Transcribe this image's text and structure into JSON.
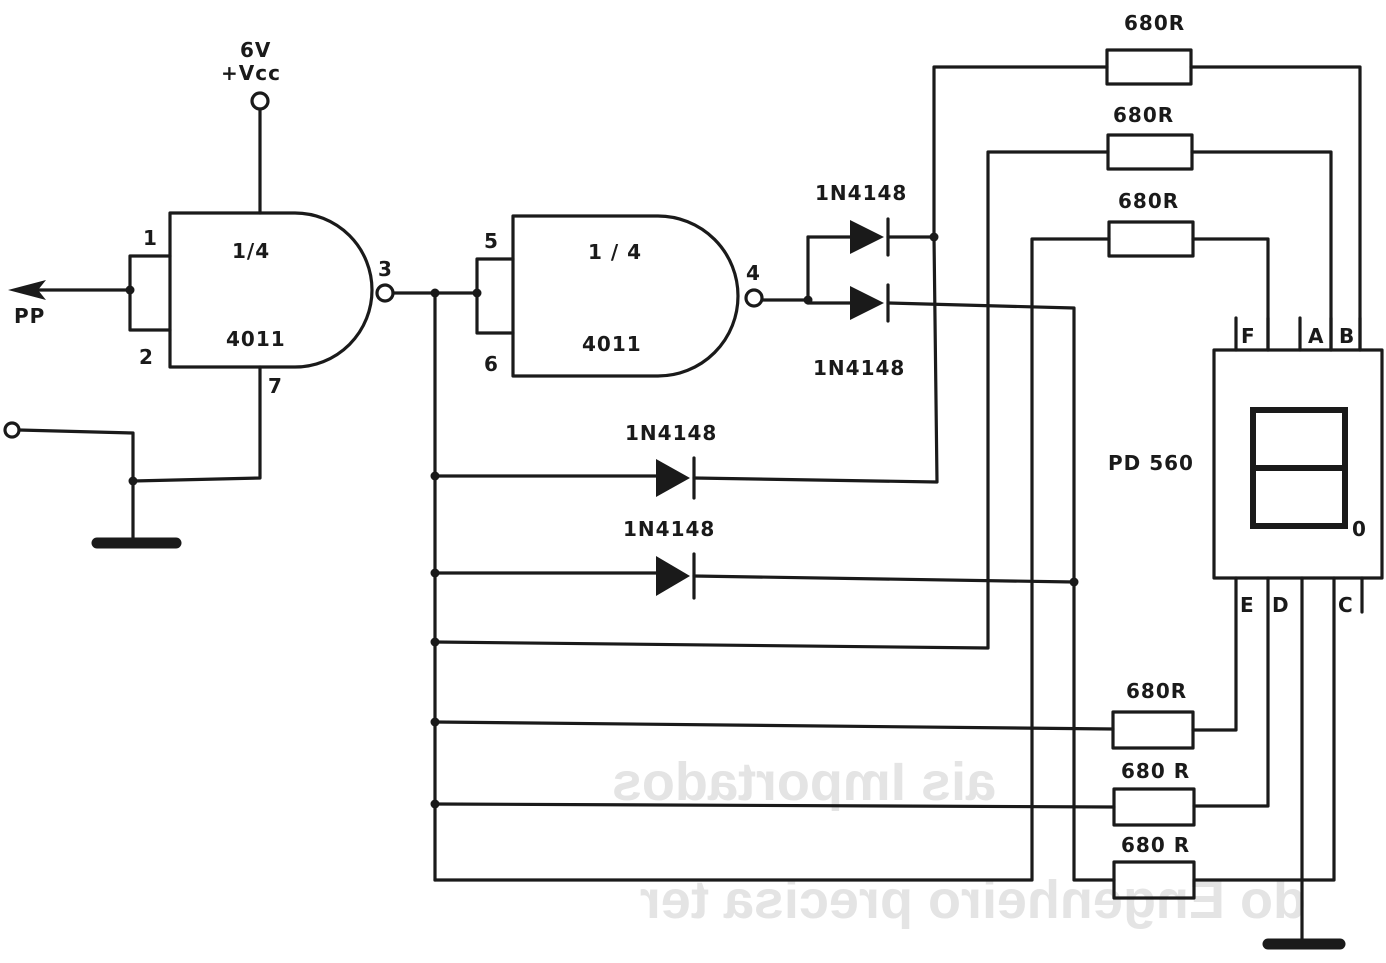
{
  "supply": {
    "voltage": "6V",
    "vcc": "+Vcc"
  },
  "input_label": "PP",
  "gate1": {
    "fraction": "1/4",
    "part": "4011",
    "pins": [
      "1",
      "2",
      "3",
      "7"
    ]
  },
  "gate2": {
    "fraction": "1 / 4",
    "part": "4011",
    "pins": [
      "5",
      "6",
      "4"
    ]
  },
  "diodes": [
    "1N4148",
    "1N4148",
    "1N4148",
    "1N4148"
  ],
  "resistors": [
    "680R",
    "680R",
    "680R",
    "680R",
    "680 R",
    "680 R"
  ],
  "display": {
    "part": "PD 560",
    "digit": "0",
    "top_pins": [
      "F",
      "A",
      "B"
    ],
    "bottom_pins": [
      "E",
      "D",
      "C"
    ]
  },
  "mirrored_text": {
    "line1": "ais Importados",
    "line2": "do Engenheiro precisa ter"
  }
}
